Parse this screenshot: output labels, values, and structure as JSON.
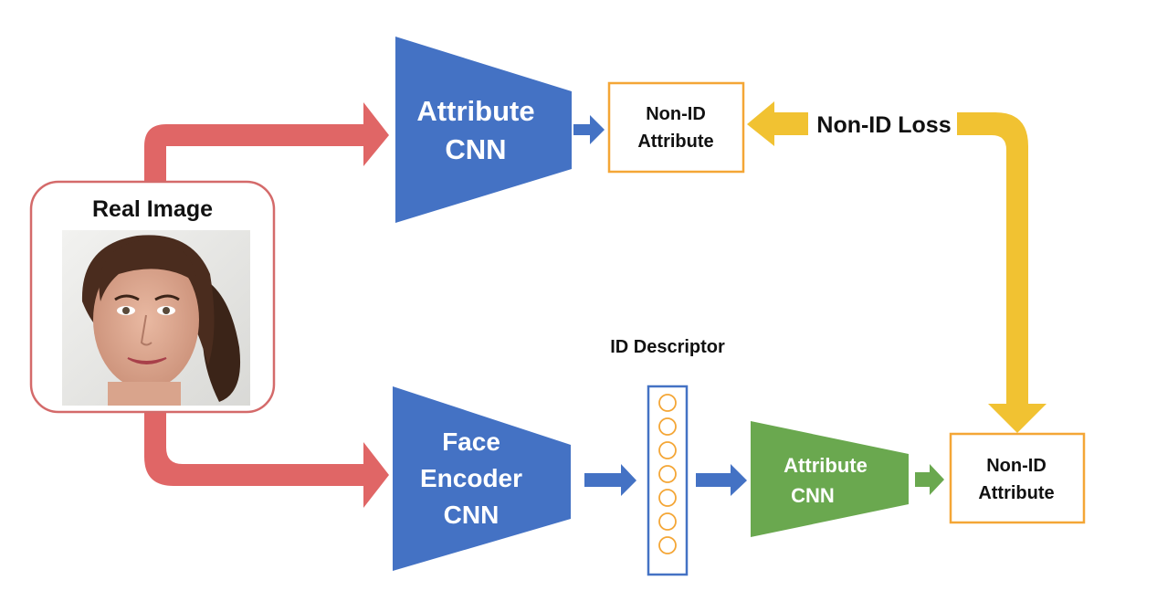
{
  "colors": {
    "red_arrow": "#e06666",
    "blue": "#4472c4",
    "green": "#6aa84f",
    "yellow": "#f1c232",
    "orange_box": "#f4a636",
    "real_image_border": "#d46a6a",
    "text_dark": "#111111",
    "text_light": "#ffffff"
  },
  "real_image": {
    "title": "Real Image",
    "photo_icon": "face-photo-icon"
  },
  "attribute_cnn_top": {
    "line1": "Attribute",
    "line2": "CNN"
  },
  "non_id_top": {
    "line1": "Non-ID",
    "line2": "Attribute"
  },
  "non_id_loss": {
    "label": "Non-ID Loss"
  },
  "face_encoder": {
    "line1": "Face",
    "line2": "Encoder",
    "line3": "CNN"
  },
  "id_descriptor": {
    "label": "ID Descriptor",
    "node_count": 7
  },
  "attribute_cnn_bottom": {
    "line1": "Attribute",
    "line2": "CNN"
  },
  "non_id_bottom": {
    "line1": "Non-ID",
    "line2": "Attribute"
  }
}
